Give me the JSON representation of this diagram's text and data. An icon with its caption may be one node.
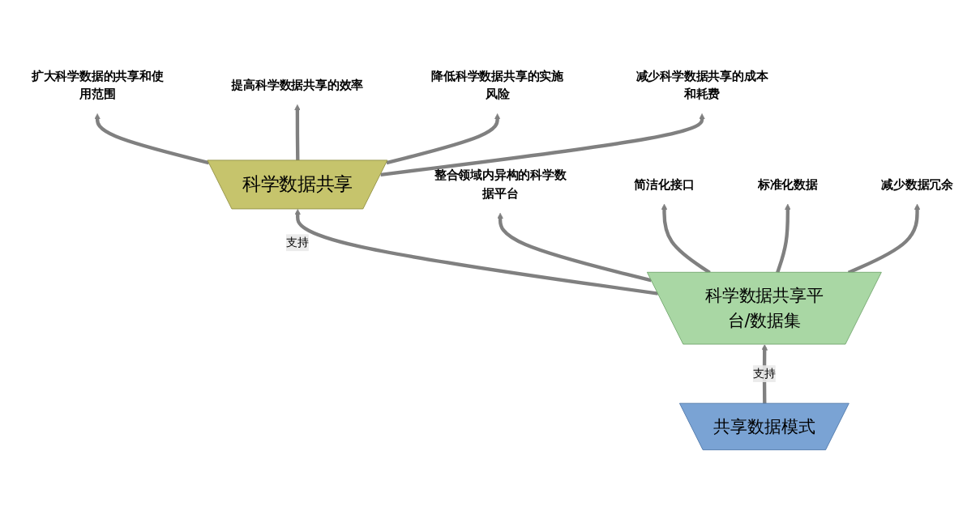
{
  "diagram": {
    "nodes": [
      {
        "text": [
          "科学数据共享"
        ]
      },
      {
        "text": [
          "扩大科学数据的共享和使用范围"
        ]
      },
      {
        "text": [
          "提高科学数据共享的效率"
        ]
      },
      {
        "text": [
          "降低科学数据共享的实施风险"
        ]
      },
      {
        "text": [
          "减少科学数据共享的成本和耗费"
        ]
      },
      {
        "text": [
          "科学数据共享平台/数据集"
        ]
      },
      {
        "text": [
          "整合领域内异构的科学数据平台"
        ]
      },
      {
        "text": [
          "简洁化接口"
        ]
      },
      {
        "text": [
          "标准化数据"
        ]
      },
      {
        "text": [
          "减少数据冗余"
        ]
      },
      {
        "text": [
          "共享数据模式"
        ]
      }
    ],
    "edges": [
      {
        "from": 10,
        "to": 5,
        "label": "支持",
        "arrow": "to"
      },
      {
        "from": 5,
        "to": 0,
        "label": "支持",
        "arrow": "to"
      },
      {
        "from": 0,
        "to": 1,
        "arrow": "to"
      },
      {
        "from": 0,
        "to": 2,
        "arrow": "to"
      },
      {
        "from": 0,
        "to": 3,
        "arrow": "to"
      },
      {
        "from": 0,
        "to": 4,
        "arrow": "to"
      },
      {
        "from": 5,
        "to": 6,
        "arrow": "to"
      },
      {
        "from": 5,
        "to": 7,
        "arrow": "to"
      },
      {
        "from": 5,
        "to": 8,
        "arrow": "to"
      },
      {
        "from": 5,
        "to": 9,
        "arrow": "to"
      }
    ]
  }
}
